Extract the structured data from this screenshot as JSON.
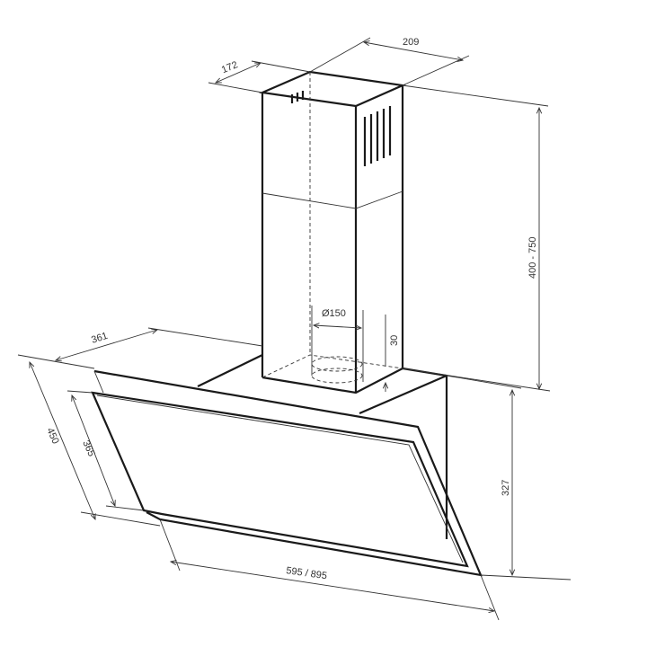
{
  "title": "Cooker hood dimension drawing",
  "dimensions": {
    "chimney_width": "209",
    "chimney_depth": "172",
    "chimney_height": "400 - 750",
    "duct_diameter": "Ø150",
    "duct_offset": "30",
    "hood_depth": "361",
    "panel_height_outer": "450",
    "panel_height_inner": "365",
    "hood_height": "327",
    "hood_width": "595 / 895"
  }
}
